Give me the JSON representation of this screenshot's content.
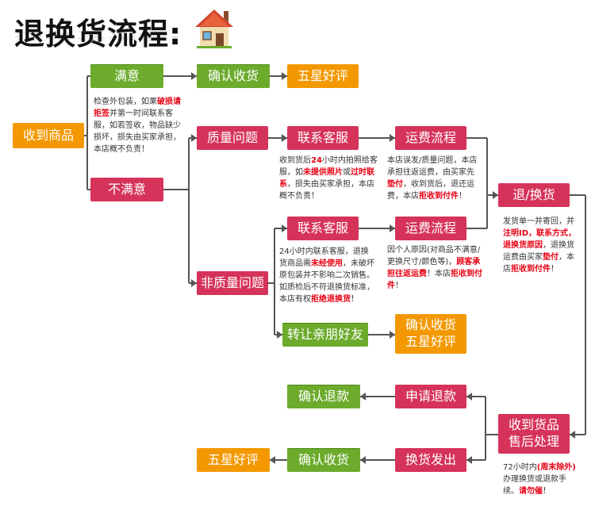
{
  "title": "退换货流程:",
  "icons": {
    "house": "house-icon"
  },
  "colors": {
    "green": "#6cab2c",
    "orange": "#f39800",
    "red": "#d6335a",
    "highlight": "#e60012",
    "line": "#555555"
  },
  "nodes": {
    "received": "收到商品",
    "satisfied": "满意",
    "confirm_receipt_1": "确认收货",
    "five_star_1": "五星好评",
    "unsatisfied": "不满意",
    "quality_issue": "质量问题",
    "contact_cs_1": "联系客服",
    "shipping_flow_1": "运费流程",
    "return_exchange": "退/换货",
    "non_quality_issue": "非质量问题",
    "contact_cs_2": "联系客服",
    "shipping_flow_2": "运费流程",
    "transfer_friends": "转让亲朋好友",
    "confirm_five_star": [
      "确认收货",
      "五星好评"
    ],
    "confirm_refund": "确认退款",
    "apply_refund": "申请退款",
    "after_sales": [
      "收到货品",
      "售后处理"
    ],
    "five_star_2": "五星好评",
    "confirm_receipt_2": "确认收货",
    "exchange_ship": "换货发出"
  },
  "notes": {
    "inspect": {
      "s1": "检查外包装，如果",
      "h1": "破损请拒签",
      "s2": "并第一时间联系客服，如若签收，物品缺少损坏，损失由买家承担，本店概不负责！"
    },
    "quality_cs": {
      "s1": "收到货后",
      "h1": "24",
      "s2": "小时内拍照给客服，如",
      "h2": "未提供照片",
      "s3": "或",
      "h3": "过时联系",
      "s4": "，损失由买家承担，本店概不负责！"
    },
    "quality_fee": {
      "s1": "本店误发/质量问题，本店承担往返运费，由买家先",
      "h1": "垫付",
      "s2": "，收到货后，退还运费，本店",
      "h2": "拒收到付件",
      "s3": "！"
    },
    "return_note": {
      "s1": "发货单一并寄回，并",
      "h1": "注明ID，联系方式，退换货原因",
      "s2": "，退换货运费由买家",
      "h2": "垫付",
      "s3": "，本店",
      "h3": "拒收到付件",
      "s4": "！"
    },
    "nonquality_cs": {
      "s1": "24小时内联系客服，退换货商品需",
      "h1": "未经使用",
      "s2": "，未破坏原包装并不影响二次销售。如质检后不符退换货标准，本店有权",
      "h2": "拒绝退换货",
      "s3": "！"
    },
    "nonquality_fee": {
      "s1": "因个人原因(对商品不满意/更换尺寸/颜色等)，",
      "h1": "顾客承担往返运费",
      "s2": "！本店",
      "h2": "拒收到付件",
      "s3": "！"
    },
    "after_sales_note": {
      "s1": "72小时内",
      "h1": "(周末除外)",
      "s2": "办理换货或退款手续。",
      "h2": "请勿催",
      "s3": "！"
    }
  }
}
